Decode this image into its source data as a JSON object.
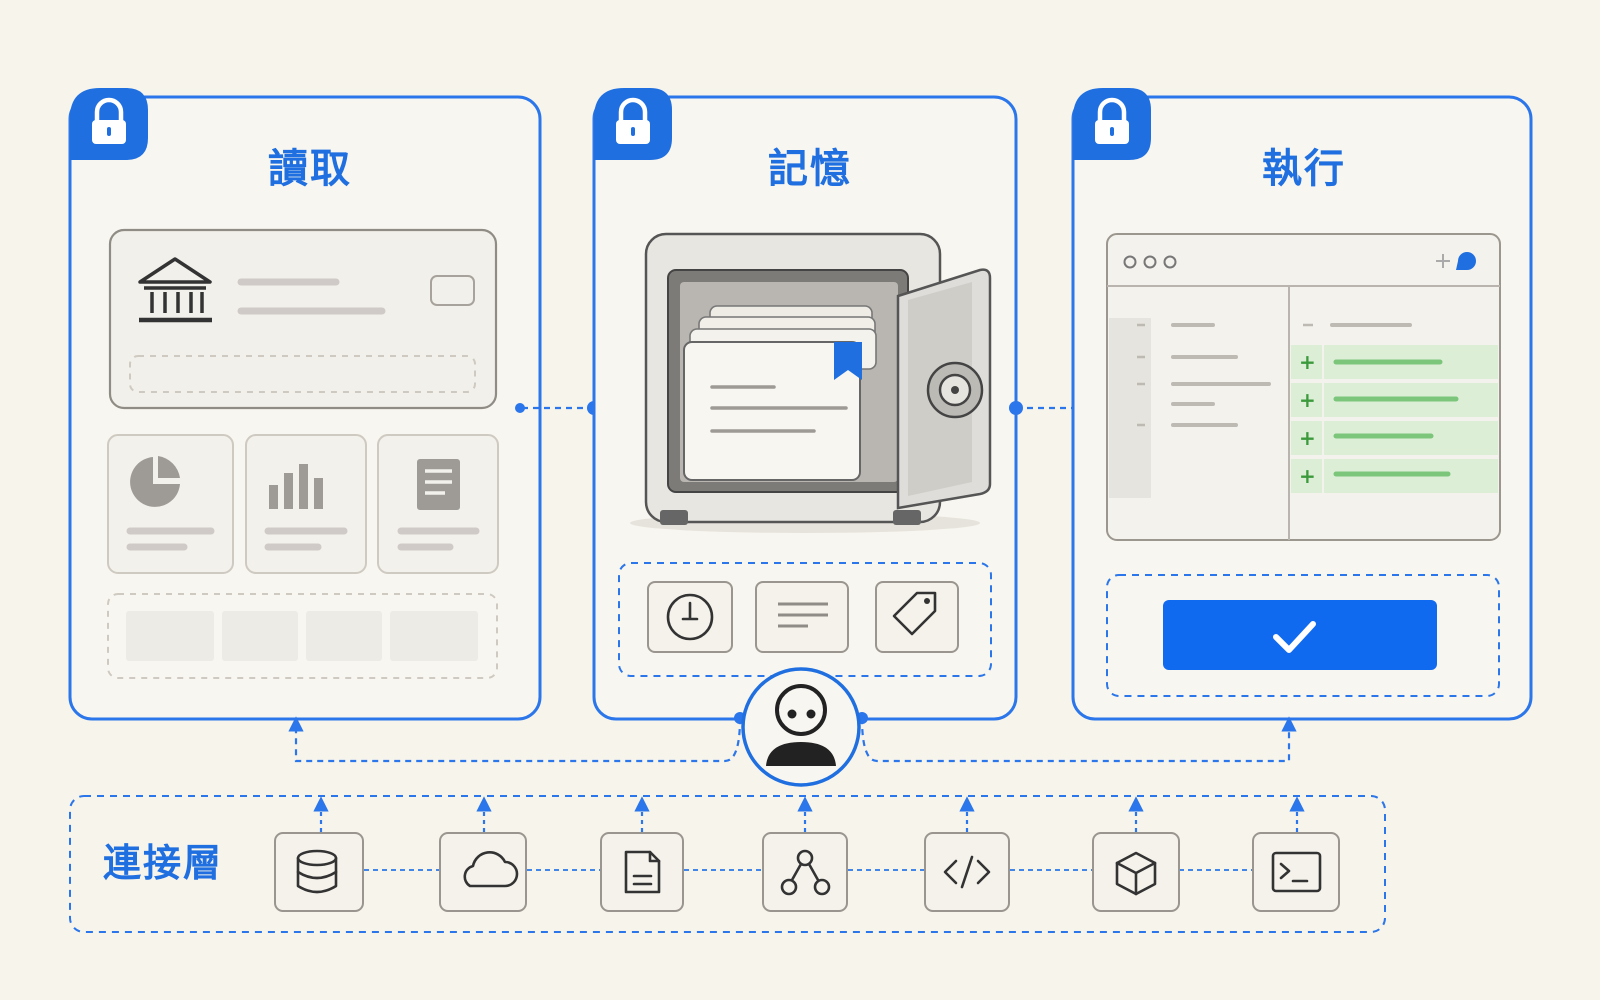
{
  "panels": [
    {
      "id": "read",
      "title": "讀取",
      "lock_icon": "lock-icon"
    },
    {
      "id": "memory",
      "title": "記憶",
      "lock_icon": "lock-icon"
    },
    {
      "id": "execute",
      "title": "執行",
      "lock_icon": "lock-icon"
    }
  ],
  "connection_layer": {
    "title": "連接層",
    "icons": [
      "database-icon",
      "cloud-icon",
      "document-icon",
      "graph-nodes-icon",
      "code-icon",
      "cube-icon",
      "terminal-icon"
    ]
  },
  "memory_tiles": [
    "clock-icon",
    "text-lines-icon",
    "tag-icon"
  ],
  "colors": {
    "accent": "#2a76ea",
    "button": "#0f6af0",
    "background": "#f7f4ec",
    "diff_green": "#dcefd6"
  }
}
